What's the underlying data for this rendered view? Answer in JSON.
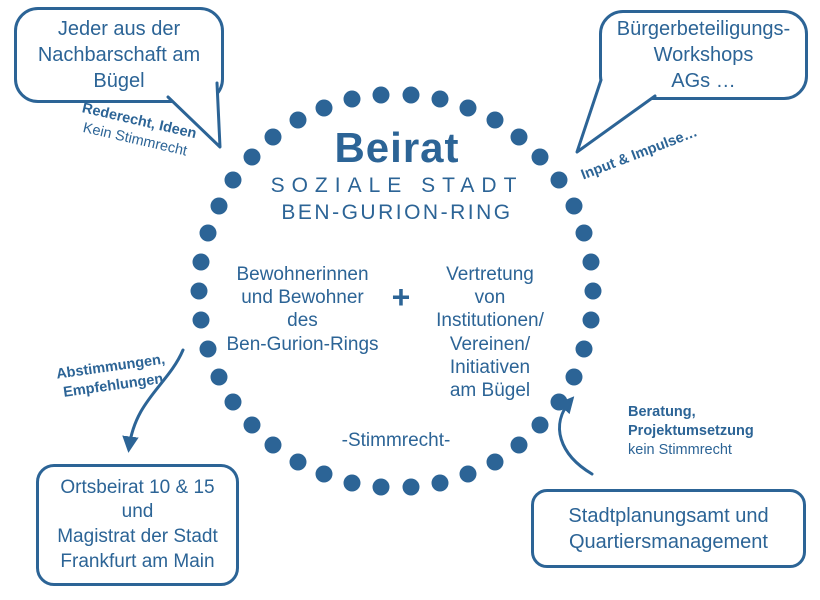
{
  "colors": {
    "primary": "#2c6496"
  },
  "center": {
    "title": "Beirat",
    "subtitle1": "SOZIALE STADT",
    "subtitle2": "BEN-GURION-RING",
    "left_group": "Bewohnerinnen\nund Bewohner\ndes\nBen-Gurion-Rings",
    "plus": "+",
    "right_group": "Vertretung\nvon\nInstitutionen/\nVereinen/\nInitiativen\nam Bügel",
    "voting": "-Stimmrecht-"
  },
  "bubbles": {
    "top_left": {
      "text": "Jeder aus der\nNachbarschaft am\nBügel"
    },
    "top_right": {
      "text": "Bürgerbeteiligungs-\nWorkshops\nAGs …"
    },
    "bottom_left": {
      "text": "Ortsbeirat 10 & 15\nund\nMagistrat der Stadt\nFrankfurt am Main"
    },
    "bottom_right": {
      "text": "Stadtplanungsamt und\nQuartiersmanagement"
    }
  },
  "labels": {
    "top_left": {
      "bold": "Rederecht, Ideen",
      "normal": "Kein Stimmrecht"
    },
    "top_right": {
      "bold": "Input & Impulse…"
    },
    "bottom_left": {
      "bold": "Abstimmungen,\nEmpfehlungen"
    },
    "bottom_right": {
      "bold": "Beratung,\nProjektumsetzung",
      "normal": "kein Stimmrecht"
    }
  }
}
